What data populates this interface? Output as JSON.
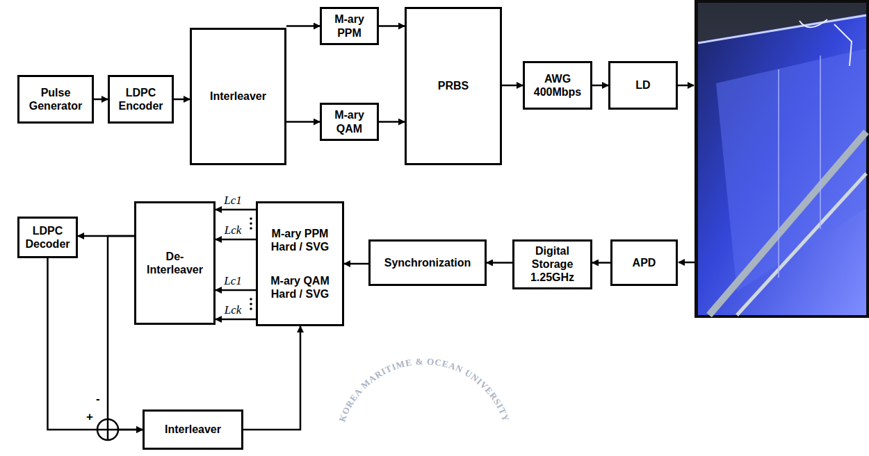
{
  "diagram": {
    "nodes": [
      {
        "text": [
          "Pulse Generator"
        ]
      },
      {
        "text": [
          "LDPC Encoder"
        ]
      },
      {
        "text": [
          "Interleaver"
        ]
      },
      {
        "text": [
          "M-ary PPM"
        ]
      },
      {
        "text": [
          "M-ary QAM"
        ]
      },
      {
        "text": [
          "PRBS"
        ]
      },
      {
        "text": [
          "AWG 400Mbps"
        ]
      },
      {
        "text": [
          "LD"
        ]
      },
      {
        "text": [
          "APD"
        ]
      },
      {
        "text": [
          "Digital Storage 1.25GHz"
        ]
      },
      {
        "text": [
          "Synchronization"
        ]
      },
      {
        "text": [
          "M-ary PPM Hard / SVG",
          "M-ary QAM Hard / SVG"
        ]
      },
      {
        "text": [
          "De-Interleaver"
        ]
      },
      {
        "text": [
          "LDPC Decoder"
        ]
      },
      {
        "text": [
          "Interleaver"
        ]
      }
    ],
    "edges": [
      {
        "from": 0,
        "to": 1,
        "arrow": "to"
      },
      {
        "from": 1,
        "to": 2,
        "arrow": "to"
      },
      {
        "from": 2,
        "to": 3,
        "arrow": "to"
      },
      {
        "from": 2,
        "to": 4,
        "arrow": "to"
      },
      {
        "from": 3,
        "to": 5,
        "arrow": "to"
      },
      {
        "from": 4,
        "to": 5,
        "arrow": "to"
      },
      {
        "from": 5,
        "to": 6,
        "arrow": "to"
      },
      {
        "from": 6,
        "to": 7,
        "arrow": "to"
      },
      {
        "from": 8,
        "to": 9,
        "arrow": "to"
      },
      {
        "from": 9,
        "to": 10,
        "arrow": "to"
      },
      {
        "from": 10,
        "to": 11,
        "arrow": "to"
      },
      {
        "from": 11,
        "to": 12,
        "arrow": "to",
        "label": "Lc1"
      },
      {
        "from": 11,
        "to": 12,
        "arrow": "to",
        "label": "Lck"
      },
      {
        "from": 11,
        "to": 12,
        "arrow": "to",
        "label": "Lc1"
      },
      {
        "from": 11,
        "to": 12,
        "arrow": "to",
        "label": "Lck"
      },
      {
        "from": 12,
        "to": 13,
        "arrow": "to"
      },
      {
        "from": 13,
        "to": 14,
        "arrow": "to"
      },
      {
        "from": 12,
        "to": 14,
        "arrow": "to"
      },
      {
        "from": 14,
        "to": 11,
        "arrow": "to"
      }
    ],
    "labels": [
      "+",
      "-",
      "KOREA MARITIME & OCEAN UNIVERSITY"
    ]
  }
}
